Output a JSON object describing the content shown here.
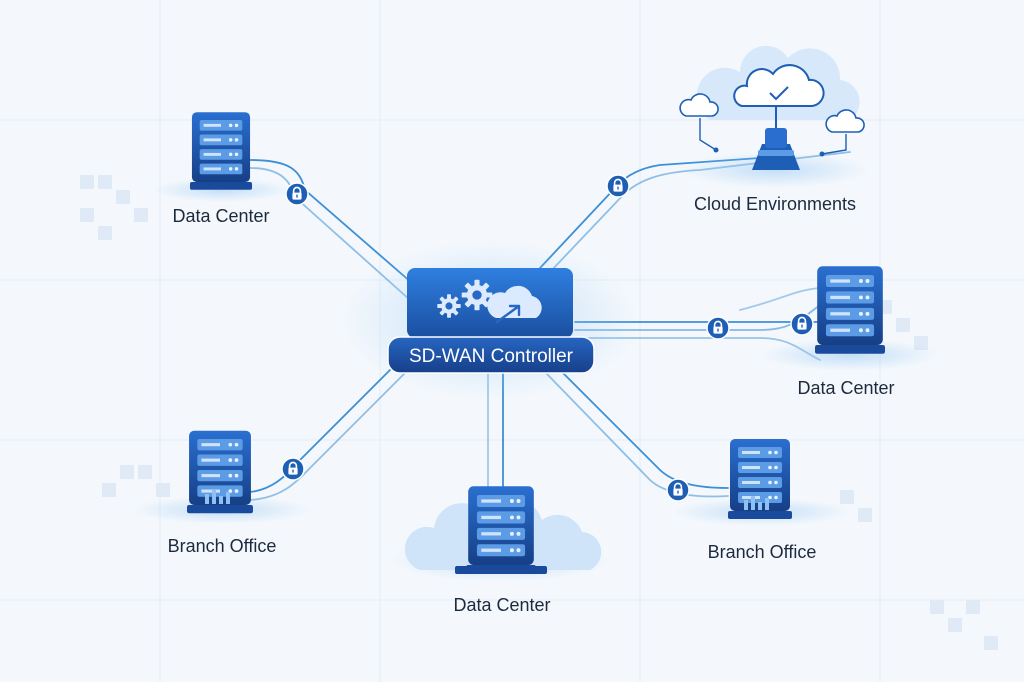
{
  "diagram": {
    "controller": {
      "label": "SD-WAN Controller",
      "icon": "gears-cloud-icon"
    },
    "nodes": [
      {
        "id": "dc-top-left",
        "label": "Data Center",
        "icon": "server-rack-icon"
      },
      {
        "id": "cloud",
        "label": "Cloud Environments",
        "icon": "cloud-icon"
      },
      {
        "id": "dc-right",
        "label": "Data Center",
        "icon": "server-rack-icon"
      },
      {
        "id": "branch-left",
        "label": "Branch Office",
        "icon": "server-rack-icon"
      },
      {
        "id": "dc-bottom",
        "label": "Data Center",
        "icon": "server-rack-icon"
      },
      {
        "id": "branch-right",
        "label": "Branch Office",
        "icon": "server-rack-icon"
      }
    ],
    "link_icon": "lock-icon"
  },
  "colors": {
    "background": "#f4f8fc",
    "primary": "#1e5fb5",
    "primary_dark": "#163f86",
    "link": "#3d8fd6",
    "text": "#1c2a3d"
  }
}
